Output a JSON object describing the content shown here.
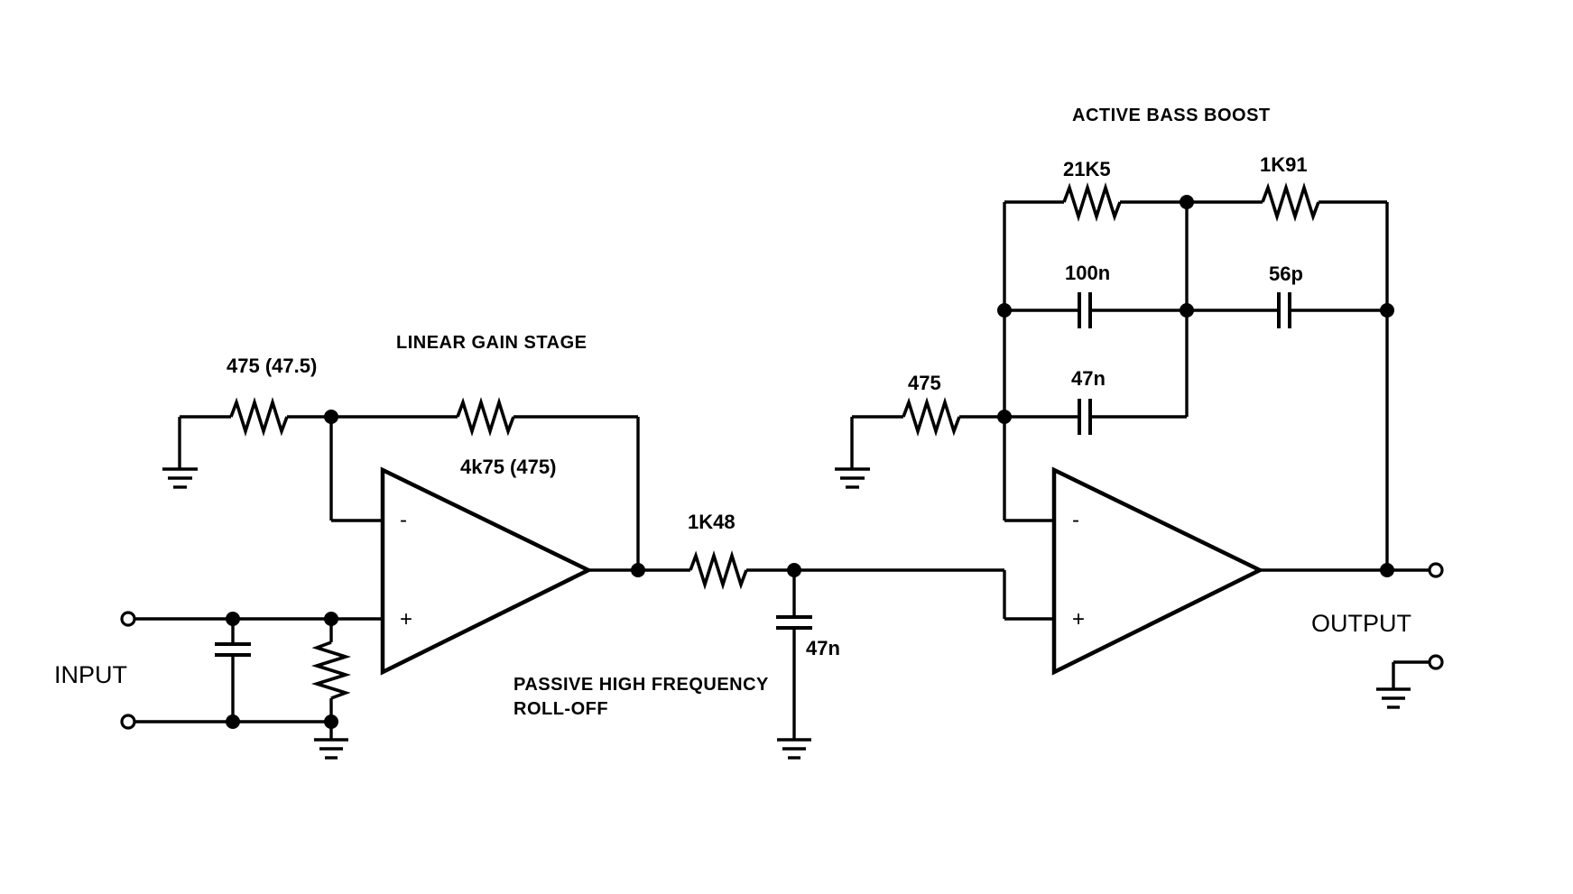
{
  "titles": {
    "linear_gain": "LINEAR GAIN STAGE",
    "active_bass": "ACTIVE BASS BOOST",
    "passive_hf_line1": "PASSIVE HIGH FREQUENCY",
    "passive_hf_line2": "ROLL-OFF"
  },
  "labels": {
    "r_ground_gain": "475 (47.5)",
    "r_feedback_gain": "4k75 (475)",
    "r_series": "1K48",
    "c_shunt": "47n",
    "r_bass_ground": "475",
    "r_bass_top_left": "21K5",
    "r_bass_top_right": "1K91",
    "c_bass_mid_left": "100n",
    "c_bass_mid_right": "56p",
    "c_bass_low": "47n"
  },
  "io": {
    "input": "INPUT",
    "output": "OUTPUT"
  },
  "pins": {
    "minus": "-",
    "plus": "+"
  }
}
